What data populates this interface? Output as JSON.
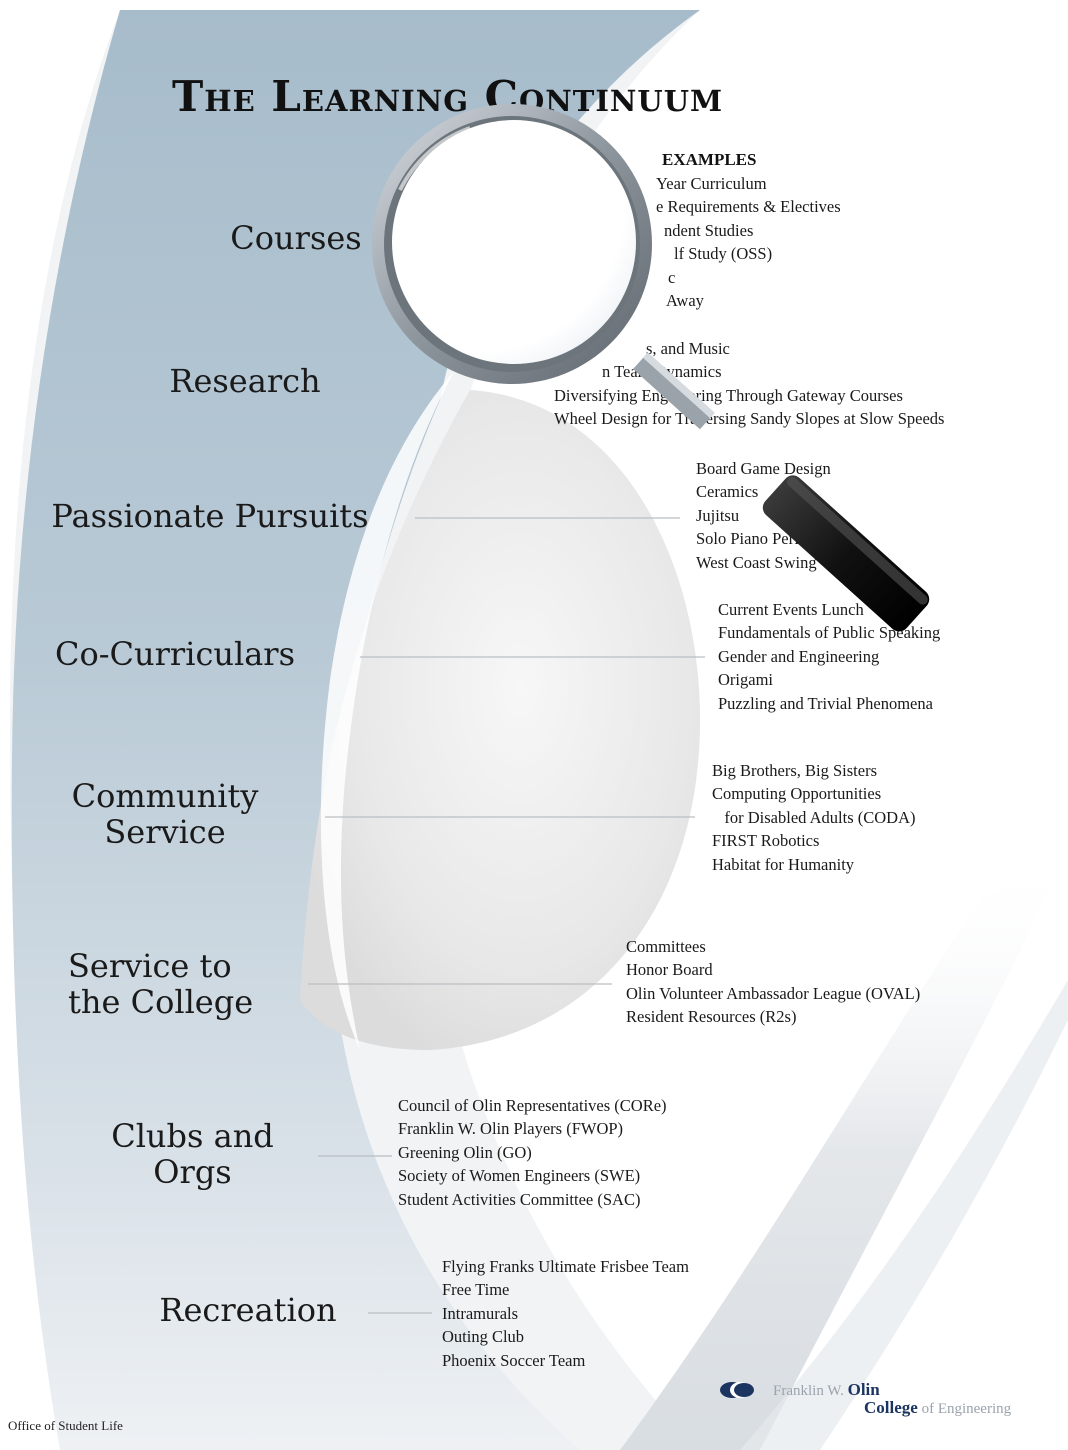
{
  "title": "The Learning Continuum",
  "examples_header": "EXAMPLES",
  "categories": [
    {
      "label": "Courses",
      "examples": [
        "Year Curriculum",
        "e Requirements & Electives",
        "ndent Studies",
        "lf Study (OSS)",
        "c",
        "Away"
      ]
    },
    {
      "label": "Research",
      "examples": [
        "s, and Music",
        "n Team Dynamics",
        "Diversifying Engineering Through Gateway Courses",
        "Wheel Design for Traversing Sandy Slopes at Slow Speeds"
      ]
    },
    {
      "label": "Passionate Pursuits",
      "examples": [
        "Board Game Design",
        "Ceramics",
        "Jujitsu",
        "Solo Piano Performance",
        "West Coast Swing"
      ]
    },
    {
      "label": "Co-Curriculars",
      "examples": [
        "Current Events Lunch",
        "Fundamentals of Public Speaking",
        "Gender and Engineering",
        "Origami",
        "Puzzling and Trivial Phenomena"
      ]
    },
    {
      "label": "Community\nService",
      "examples": [
        "Big Brothers, Big Sisters",
        "Computing Opportunities",
        "   for Disabled Adults (CODA)",
        "FIRST Robotics",
        "Habitat for Humanity"
      ]
    },
    {
      "label": "Service to\nthe College",
      "examples": [
        "Committees",
        "Honor Board",
        "Olin Volunteer Ambassador League (OVAL)",
        "Resident Resources (R2s)"
      ]
    },
    {
      "label": "Clubs and\nOrgs",
      "examples": [
        "Council of Olin Representatives (CORe)",
        "Franklin W. Olin Players (FWOP)",
        "Greening Olin (GO)",
        "Society of Women Engineers (SWE)",
        "Student Activities Committee (SAC)"
      ]
    },
    {
      "label": "Recreation",
      "examples": [
        "Flying Franks Ultimate Frisbee Team",
        "Free Time",
        "Intramurals",
        "Outing Club",
        "Phoenix Soccer Team"
      ]
    }
  ],
  "footer": {
    "office": "Office of Student Life",
    "logo_line1_prefix": "Franklin W.",
    "logo_line1_bold": "Olin",
    "logo_line2_bold": "College",
    "logo_line2_suffix": "of Engineering"
  },
  "colors": {
    "band_top": "#9fb6c6",
    "band_bottom": "#e2e8ee",
    "inner_disc": "#e9e9e9",
    "connector": "#b9bfc4",
    "magnifier_handle": "#1c1c1c",
    "logo_navy": "#1c3560"
  },
  "icons": {
    "magnifier": "magnifying-glass-icon",
    "logo_mark": "olin-logo-icon"
  }
}
